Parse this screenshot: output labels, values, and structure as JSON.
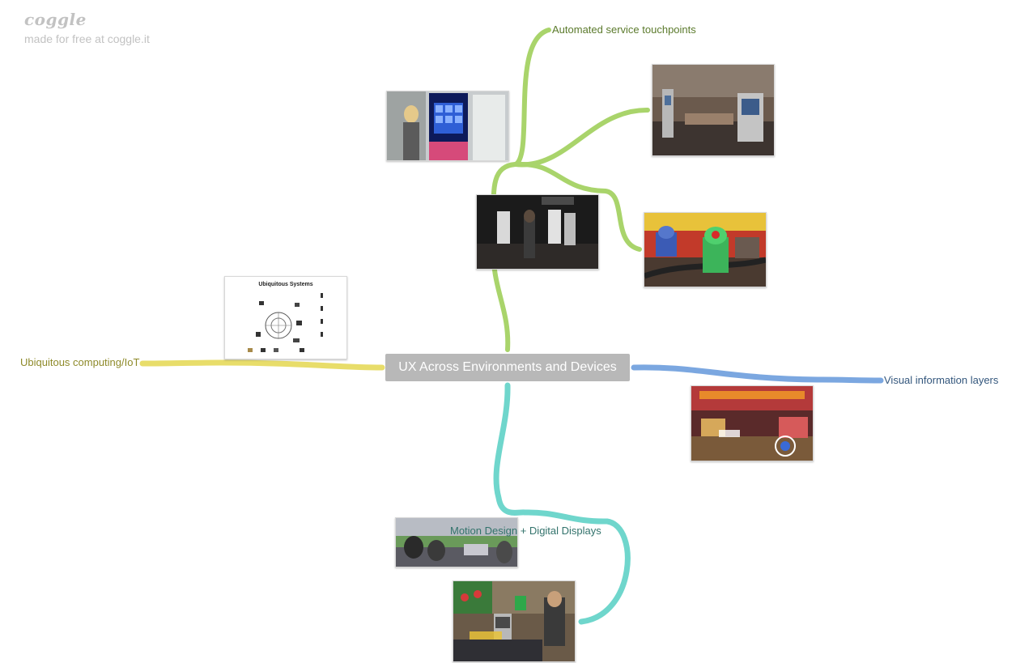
{
  "brand": {
    "logo": "coggle",
    "tagline": "made for free at coggle.it"
  },
  "central": {
    "title": "UX Across Environments and Devices"
  },
  "branches": [
    {
      "name": "automated",
      "label": "Automated service touchpoints",
      "color": "#a9d46b",
      "text_color": "#5b7a2c"
    },
    {
      "name": "iot",
      "label": "Ubiquitous computing/IoT",
      "color": "#e8dd6a",
      "text_color": "#8e8a2a"
    },
    {
      "name": "visual",
      "label": "Visual information layers",
      "color": "#7ba7e0",
      "text_color": "#34577d"
    },
    {
      "name": "motion",
      "label": "Motion Design + Digital Displays",
      "color": "#6fd6cc",
      "text_color": "#33736c"
    }
  ],
  "images": [
    {
      "name": "kiosk-woman",
      "branch": "automated"
    },
    {
      "name": "airport-counter",
      "branch": "automated"
    },
    {
      "name": "robot-theater",
      "branch": "automated"
    },
    {
      "name": "robot-restaurant",
      "branch": "automated"
    },
    {
      "name": "ubiquitous-systems-diagram",
      "branch": "iot",
      "caption": "Ubiquitous Systems"
    },
    {
      "name": "ar-store",
      "branch": "visual"
    },
    {
      "name": "vr-stadium",
      "branch": "motion"
    },
    {
      "name": "ar-kitchen",
      "branch": "motion"
    }
  ]
}
